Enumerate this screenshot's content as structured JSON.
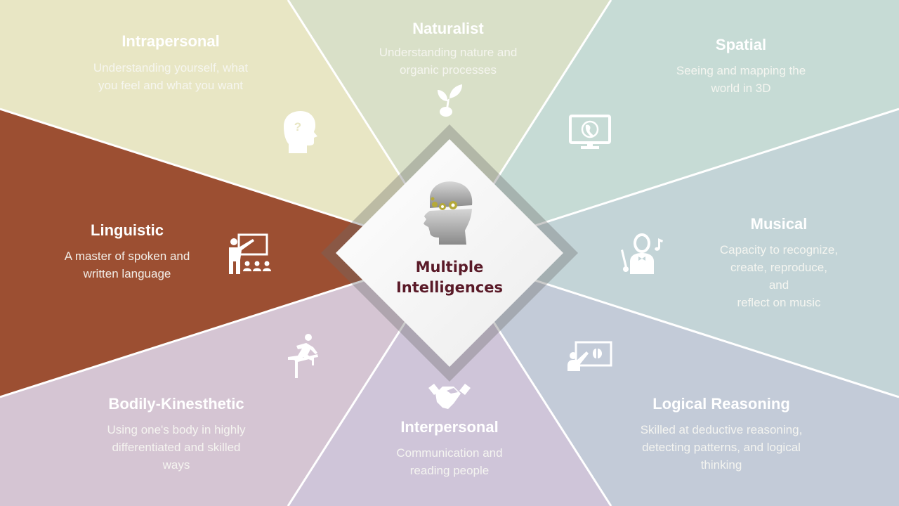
{
  "center": {
    "title": "Multiple\nIntelligences",
    "icon": "head-gears-icon",
    "title_color": "#5a1a28"
  },
  "segments": [
    {
      "id": "intrapersonal",
      "title": "Intrapersonal",
      "description": "Understanding yourself, what\nyou feel and what you want",
      "icon": "head-question-icon",
      "color": "#e8e6c4"
    },
    {
      "id": "naturalist",
      "title": "Naturalist",
      "description": "Understanding nature and\norganic processes",
      "icon": "sprout-icon",
      "color": "#d9e0c8"
    },
    {
      "id": "spatial",
      "title": "Spatial",
      "description": "Seeing and mapping the\nworld in 3D",
      "icon": "monitor-globe-icon",
      "color": "#c6dbd5"
    },
    {
      "id": "musical",
      "title": "Musical",
      "description": "Capacity to  recognize,\ncreate, reproduce, and\nreflect on music",
      "icon": "conductor-music-icon",
      "color": "#c3d4d7"
    },
    {
      "id": "logical",
      "title": "Logical Reasoning",
      "description": "Skilled at deductive reasoning,\ndetecting patterns, and logical\nthinking",
      "icon": "teacher-brain-board-icon",
      "color": "#c3cbd8"
    },
    {
      "id": "interpersonal",
      "title": "Interpersonal",
      "description": "Communication and\nreading people",
      "icon": "handshake-icon",
      "color": "#cfc5d9"
    },
    {
      "id": "bodily",
      "title": "Bodily-Kinesthetic",
      "description": "Using one's body in highly\ndifferentiated and skilled\nways",
      "icon": "hurdle-runner-icon",
      "color": "#d5c5d3"
    },
    {
      "id": "linguistic",
      "title": "Linguistic",
      "description": "A master of spoken and\nwritten language",
      "icon": "teacher-class-icon",
      "color": "#9c4f32"
    }
  ]
}
